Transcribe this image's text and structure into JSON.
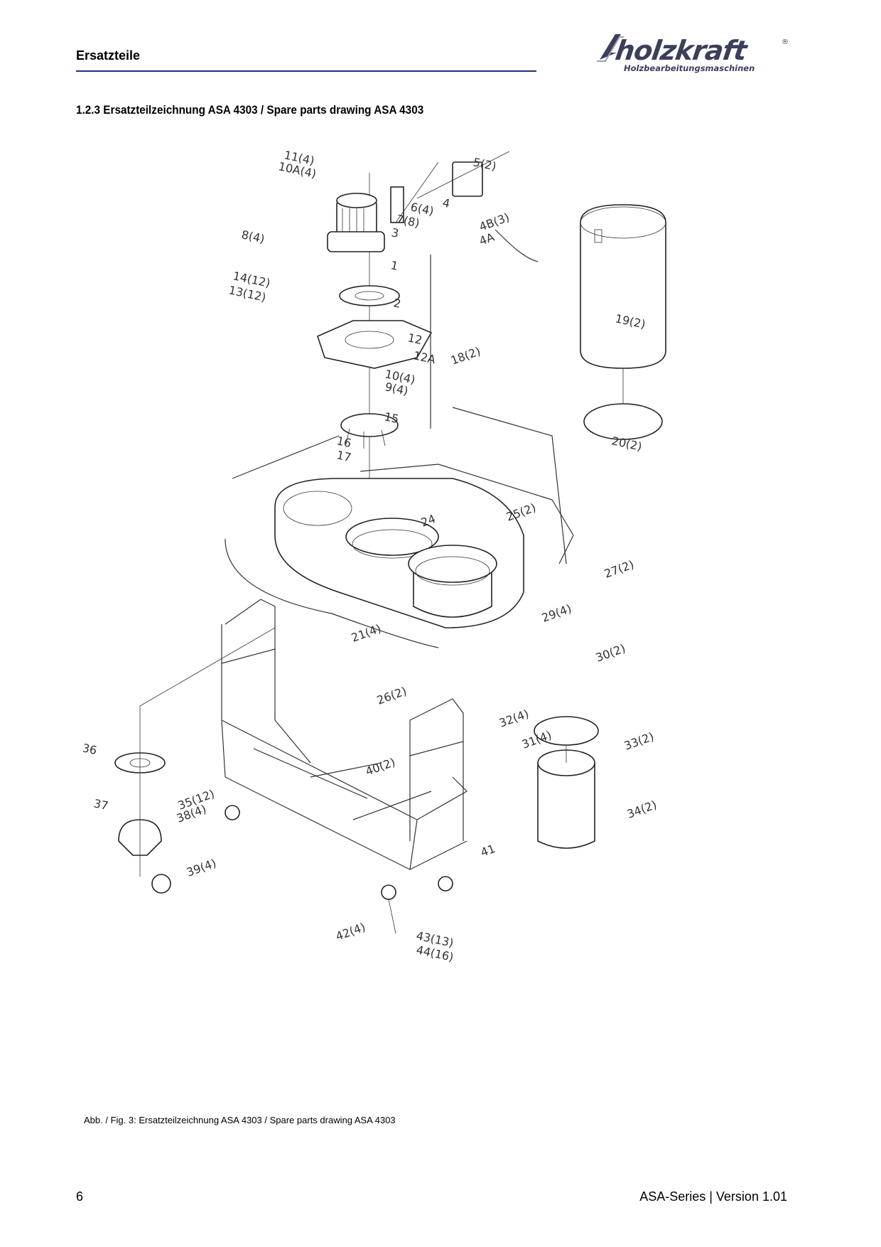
{
  "header": {
    "title": "Ersatzteile",
    "logo_text": "holzkraft",
    "logo_tagline": "Holzbearbeitungsmaschinen",
    "logo_mark": "®"
  },
  "section": {
    "heading": "1.2.3  Ersatzteilzeichnung ASA 4303 / Spare parts drawing ASA 4303"
  },
  "drawing": {
    "part_labels": [
      "11(4)",
      "10A(4)",
      "5(2)",
      "6(4)",
      "4",
      "7(8)",
      "3",
      "4B(3)",
      "4A",
      "8(4)",
      "1",
      "14(12)",
      "13(12)",
      "2",
      "12",
      "12A",
      "19(2)",
      "18(2)",
      "10(4)",
      "9(4)",
      "15",
      "16",
      "17",
      "20(2)",
      "25(2)",
      "24",
      "27(2)",
      "29(4)",
      "21(4)",
      "30(2)",
      "26(2)",
      "32(4)",
      "31(4)",
      "33(2)",
      "40(2)",
      "36",
      "35(12)",
      "38(4)",
      "37",
      "34(2)",
      "41",
      "39(4)",
      "42(4)",
      "43(13)",
      "44(16)"
    ]
  },
  "caption": "Abb. / Fig. 3:  Ersatzteilzeichnung ASA 4303 / Spare parts drawing ASA 4303",
  "footer": {
    "page_number": "6",
    "right_text": "ASA-Series | Version 1.01"
  }
}
